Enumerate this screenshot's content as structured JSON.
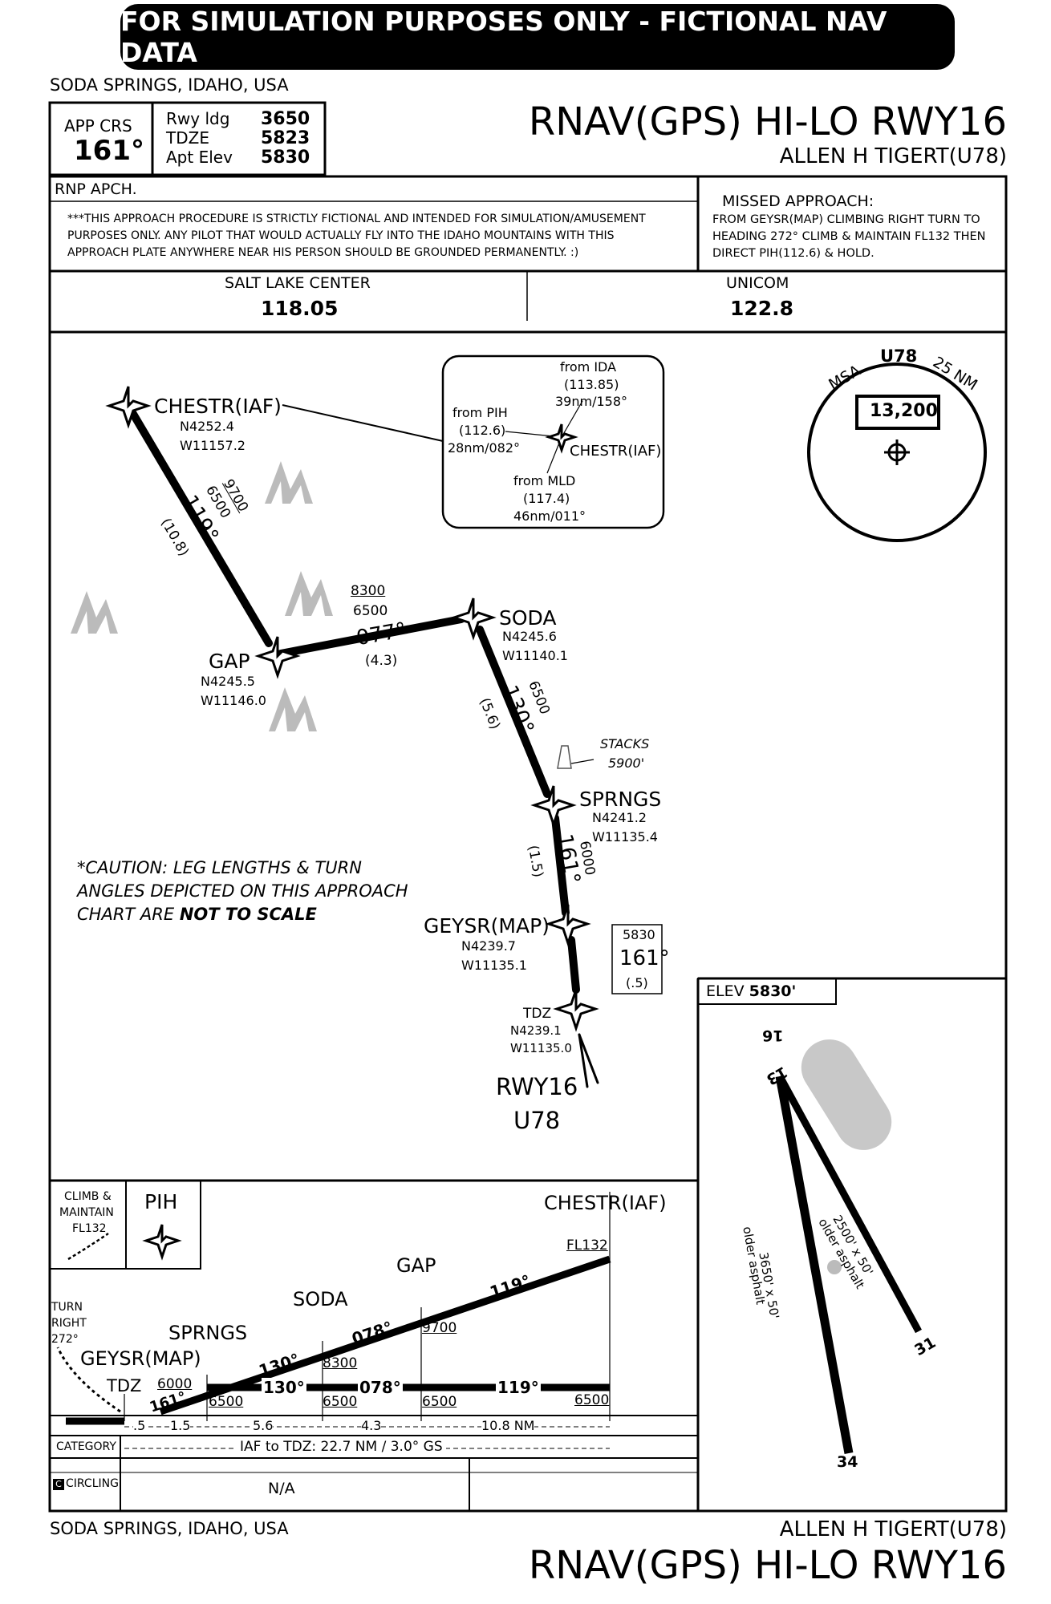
{
  "banner": "FOR SIMULATION PURPOSES ONLY - FICTIONAL NAV DATA",
  "header": {
    "location": "SODA SPRINGS, IDAHO, USA",
    "procedure_title": "RNAV(GPS) HI-LO RWY16",
    "airport_name": "ALLEN H TIGERT(U78)",
    "app_crs_label": "APP CRS",
    "app_crs_value": "161°",
    "rwy_ldg_label": "Rwy ldg",
    "rwy_ldg_value": "3650",
    "tdze_label": "TDZE",
    "tdze_value": "5823",
    "apt_elev_label": "Apt Elev",
    "apt_elev_value": "5830"
  },
  "notes": {
    "rnp": "RNP APCH.",
    "disclaimer_1": "***THIS APPROACH PROCEDURE IS STRICTLY FICTIONAL AND INTENDED FOR SIMULATION/AMUSEMENT",
    "disclaimer_2": "PURPOSES ONLY.  ANY PILOT THAT WOULD ACTUALLY FLY INTO THE IDAHO MOUNTAINS WITH THIS",
    "disclaimer_3": "APPROACH PLATE ANYWHERE NEAR HIS PERSON SHOULD BE GROUNDED PERMANENTLY. :)",
    "missed_title": "MISSED APPROACH:",
    "missed_1": "FROM GEYSR(MAP) CLIMBING RIGHT TURN TO",
    "missed_2": "HEADING 272° CLIMB & MAINTAIN FL132 THEN",
    "missed_3": "DIRECT PIH(112.6) & HOLD."
  },
  "comms": {
    "center_label": "SALT LAKE CENTER",
    "center_freq": "118.05",
    "unicom_label": "UNICOM",
    "unicom_freq": "122.8"
  },
  "msa": {
    "label": "MSA",
    "ident": "U78",
    "radius": "25 NM",
    "altitude": "13,200"
  },
  "inset": {
    "from_ida": "from IDA",
    "ida_freq": "(113.85)",
    "ida_radial": "39nm/158°",
    "from_pih": "from PIH",
    "pih_freq": "(112.6)",
    "pih_radial": "28nm/082°",
    "from_mld": "from MLD",
    "mld_freq": "(117.4)",
    "mld_radial": "46nm/011°",
    "fix": "CHESTR(IAF)"
  },
  "plan": {
    "chestr_name": "CHESTR(IAF)",
    "chestr_lat": "N4252.4",
    "chestr_lon": "W11157.2",
    "gap_name": "GAP",
    "gap_lat": "N4245.5",
    "gap_lon": "W11146.0",
    "soda_name": "SODA",
    "soda_lat": "N4245.6",
    "soda_lon": "W11140.1",
    "sprngs_name": "SPRNGS",
    "sprngs_lat": "N4241.2",
    "sprngs_lon": "W11135.4",
    "geysr_name": "GEYSR(MAP)",
    "geysr_lat": "N4239.7",
    "geysr_lon": "W11135.1",
    "tdz_name": "TDZ",
    "tdz_lat": "N4239.1",
    "tdz_lon": "W11135.0",
    "rwy_label": "RWY16",
    "apt_label": "U78",
    "leg1_crs": "119°",
    "leg1_dist": "(10.8)",
    "leg1_min": "6500",
    "leg1_max": "9700",
    "leg2_crs": "077°",
    "leg2_dist": "(4.3)",
    "leg2_min": "6500",
    "leg2_max": "8300",
    "leg3_crs": "130°",
    "leg3_dist": "(5.6)",
    "leg3_min": "6500",
    "leg4_crs": "161°",
    "leg4_dist": "(1.5)",
    "leg4_min": "6000",
    "leg5_alt": "5830",
    "leg5_crs": "161°",
    "leg5_dist": "(.5)",
    "stacks_1": "STACKS",
    "stacks_2": "5900'",
    "caution_1": "*CAUTION: LEG LENGTHS & TURN",
    "caution_2": "ANGLES DEPICTED ON THIS APPROACH",
    "caution_3a": "CHART ARE ",
    "caution_3b": "NOT TO SCALE"
  },
  "airport": {
    "elev_label": "ELEV",
    "elev_value": "5830'",
    "rwy16": "16",
    "rwy13": "13",
    "rwy31": "31",
    "rwy34": "34",
    "rwy16_desc_1": "3650' x 50'",
    "rwy16_desc_2": "older asphalt",
    "rwy13_desc_1": "2500' x 50'",
    "rwy13_desc_2": "older asphalt"
  },
  "profile": {
    "climb_1": "CLIMB &",
    "climb_2": "MAINTAIN",
    "climb_3": "FL132",
    "pih": "PIH",
    "turn_1": "TURN",
    "turn_2": "RIGHT",
    "turn_3": "272°",
    "geysr": "GEYSR(MAP)",
    "tdz": "TDZ",
    "sprngs": "SPRNGS",
    "soda": "SODA",
    "gap": "GAP",
    "chestr": "CHESTR(IAF)",
    "fl132": "FL132",
    "alt_9700": "9700",
    "alt_8300": "8300",
    "alt_6000": "6000",
    "alt_6500_a": "6500",
    "alt_6500_b": "6500",
    "alt_6500_c": "6500",
    "alt_6500_d": "6500",
    "crs_161": "161°",
    "crs_130_up": "130°",
    "crs_078_up": "078°",
    "crs_119_up": "119°",
    "crs_130": "130°",
    "crs_078": "078°",
    "crs_119": "119°",
    "d_05": ".5",
    "d_15": "1.5",
    "d_56": "5.6",
    "d_43": "4.3",
    "d_108": "10.8 NM",
    "category_label": "CATEGORY",
    "category_value": "IAF to TDZ: 22.7 NM / 3.0° GS",
    "circling_label": "CIRCLING",
    "circling_value": "N/A"
  },
  "footer": {
    "location": "SODA SPRINGS, IDAHO, USA",
    "airport_name": "ALLEN H TIGERT(U78)",
    "procedure_title": "RNAV(GPS) HI-LO RWY16"
  }
}
